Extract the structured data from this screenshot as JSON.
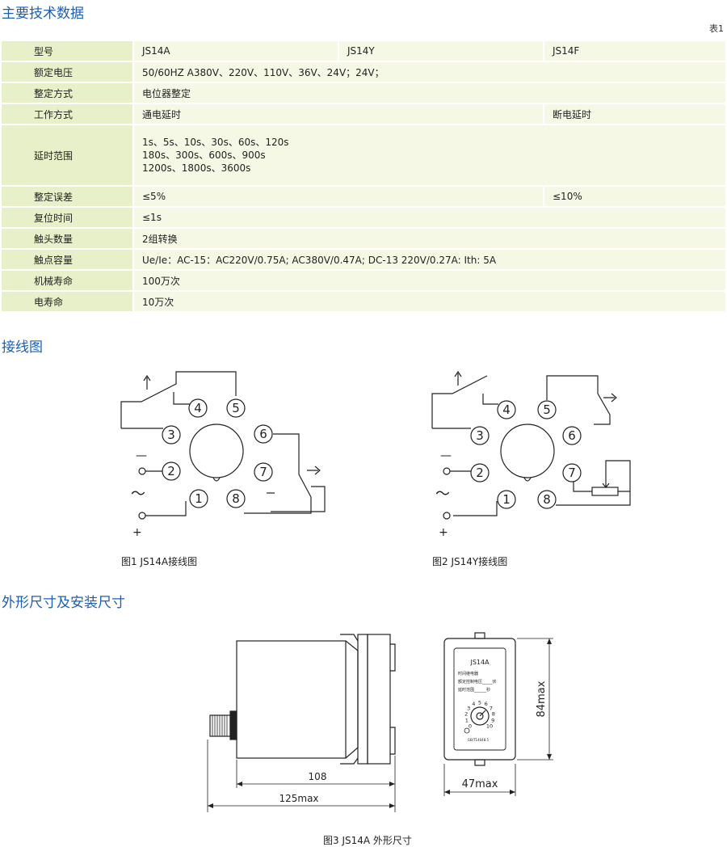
{
  "sections": {
    "tech": "主要技术数据",
    "wiring": "接线图",
    "dims": "外形尺寸及安装尺寸"
  },
  "table_note": "表1",
  "table": {
    "model": {
      "label": "型号",
      "a": "JS14A",
      "y": "JS14Y",
      "f": "JS14F"
    },
    "voltage": {
      "label": "额定电压",
      "value": "50/60HZ  A380V、220V、110V、36V、24V；24V；"
    },
    "setting": {
      "label": "整定方式",
      "value": "电位器整定"
    },
    "mode": {
      "label": "工作方式",
      "value": "通电延时",
      "value_f": "断电延时"
    },
    "range": {
      "label": "延时范围",
      "lines": [
        "1s、5s、10s、30s、60s、120s",
        "180s、300s、600s、900s",
        "1200s、1800s、3600s"
      ]
    },
    "error": {
      "label": "整定误差",
      "value": "≤5%",
      "value_f": "≤10%"
    },
    "reset": {
      "label": "复位时间",
      "value": "≤1s"
    },
    "contacts": {
      "label": "触头数量",
      "value": "2组转换"
    },
    "capacity": {
      "label": "触点容量",
      "value": "Ue/Ie：AC-15：AC220V/0.75A; AC380V/0.47A; DC-13  220V/0.27A: Ith: 5A"
    },
    "mech_life": {
      "label": "机械寿命",
      "value": "100万次"
    },
    "elec_life": {
      "label": "电寿命",
      "value": "10万次"
    }
  },
  "fig1": {
    "caption": "图1  JS14A接线图",
    "pins": [
      "1",
      "2",
      "3",
      "4",
      "5",
      "6",
      "7",
      "8"
    ],
    "minus": "—",
    "ac": "～",
    "plus": "+"
  },
  "fig2": {
    "caption": "图2 JS14Y接线图",
    "pins": [
      "1",
      "2",
      "3",
      "4",
      "5",
      "6",
      "7",
      "8"
    ],
    "minus": "—",
    "ac": "～",
    "plus": "+"
  },
  "fig3": {
    "caption": "图3 JS14A 外形尺寸",
    "dim_108": "108",
    "dim_125": "125max",
    "dim_47": "47max",
    "dim_84": "84max",
    "face_model": "JS14A",
    "face_name": "时间继电器",
    "face_voltage": "额定控制电压_____伏",
    "face_range": "延时范围______秒",
    "dial_ticks": [
      "0",
      "1",
      "2",
      "3",
      "4",
      "5",
      "6",
      "7",
      "8",
      "9",
      "10"
    ],
    "face_std": "GB/T14048.5"
  }
}
